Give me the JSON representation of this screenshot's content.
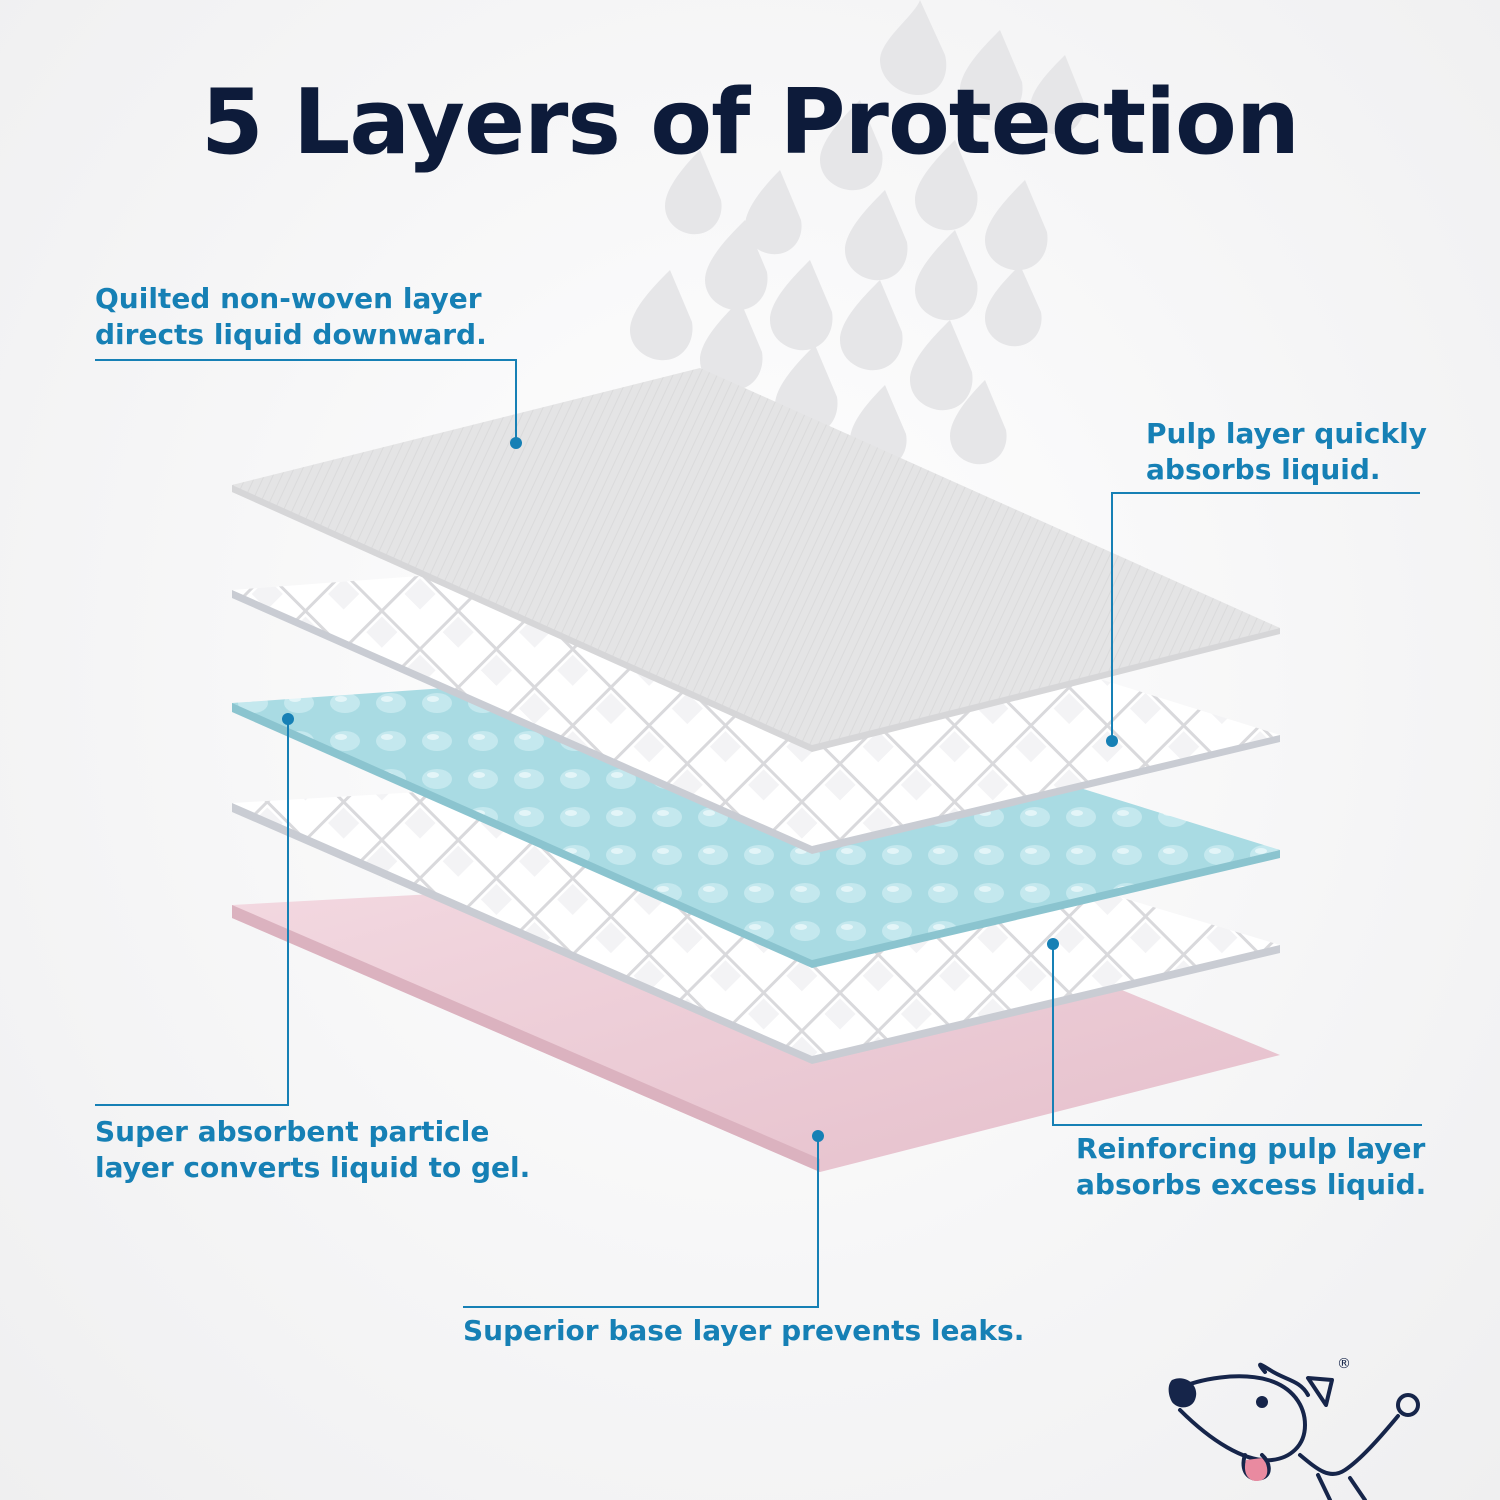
{
  "title": "5 Layers of Protection",
  "colors": {
    "title": "#0d1b3a",
    "accent": "#1680b5",
    "top_sheet": "#e3e3e4",
    "quilted_sheet": "#ffffff",
    "gel_sheet": "#a9dbe3",
    "base_sheet": "#ecc7d2",
    "droplet": "#e6e6e8"
  },
  "callouts": {
    "quilted_layer": {
      "line1": "Quilted non-woven layer",
      "line2": "directs liquid downward."
    },
    "pulp_layer": {
      "line1": "Pulp layer quickly",
      "line2": "absorbs liquid."
    },
    "absorbent_particle_layer": {
      "line1": "Super absorbent particle",
      "line2": "layer converts liquid to gel."
    },
    "reinforcing_pulp_layer": {
      "line1": "Reinforcing pulp layer",
      "line2": "absorbs excess liquid."
    },
    "base_layer": {
      "line1": "Superior base layer prevents leaks."
    }
  },
  "logo": {
    "icon": "dog-mascot-icon",
    "mark": "®"
  }
}
